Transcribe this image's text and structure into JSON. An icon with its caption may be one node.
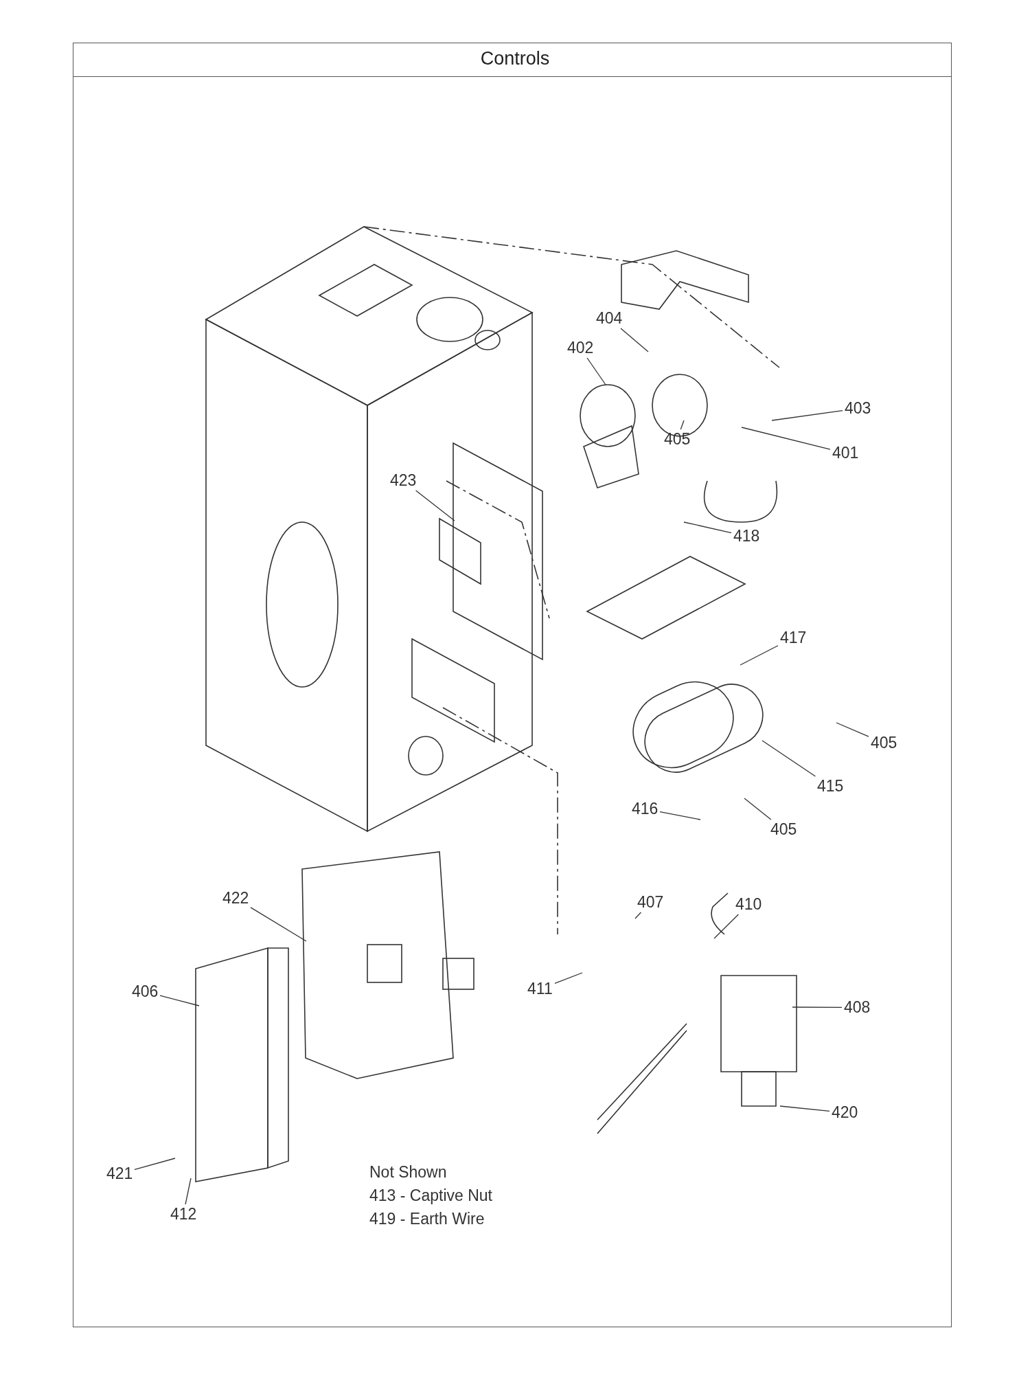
{
  "diagram": {
    "title": "Controls",
    "nodes": [
      {
        "text": [
          "404"
        ]
      },
      {
        "text": [
          "402"
        ]
      },
      {
        "text": [
          "403"
        ]
      },
      {
        "text": [
          "405"
        ]
      },
      {
        "text": [
          "401"
        ]
      },
      {
        "text": [
          "423"
        ]
      },
      {
        "text": [
          "418"
        ]
      },
      {
        "text": [
          "417"
        ]
      },
      {
        "text": [
          "405"
        ]
      },
      {
        "text": [
          "415"
        ]
      },
      {
        "text": [
          "416"
        ]
      },
      {
        "text": [
          "405"
        ]
      },
      {
        "text": [
          "422"
        ]
      },
      {
        "text": [
          "407"
        ]
      },
      {
        "text": [
          "410"
        ]
      },
      {
        "text": [
          "406"
        ]
      },
      {
        "text": [
          "411"
        ]
      },
      {
        "text": [
          "408"
        ]
      },
      {
        "text": [
          "420"
        ]
      },
      {
        "text": [
          "421"
        ]
      },
      {
        "text": [
          "412"
        ]
      }
    ],
    "edges": [
      {
        "from": 0,
        "to": null,
        "arrow": "none"
      },
      {
        "from": 1,
        "to": null,
        "arrow": "none"
      },
      {
        "from": 2,
        "to": null,
        "arrow": "none"
      },
      {
        "from": 3,
        "to": null,
        "arrow": "none"
      },
      {
        "from": 4,
        "to": null,
        "arrow": "none"
      },
      {
        "from": 5,
        "to": null,
        "arrow": "none"
      },
      {
        "from": 6,
        "to": null,
        "arrow": "none"
      },
      {
        "from": 7,
        "to": null,
        "arrow": "none"
      },
      {
        "from": 8,
        "to": null,
        "arrow": "none"
      },
      {
        "from": 9,
        "to": null,
        "arrow": "none"
      },
      {
        "from": 10,
        "to": null,
        "arrow": "none"
      },
      {
        "from": 11,
        "to": null,
        "arrow": "none"
      },
      {
        "from": 12,
        "to": null,
        "arrow": "none"
      },
      {
        "from": 13,
        "to": null,
        "arrow": "none"
      },
      {
        "from": 14,
        "to": null,
        "arrow": "none"
      },
      {
        "from": 15,
        "to": null,
        "arrow": "none"
      },
      {
        "from": 16,
        "to": null,
        "arrow": "none"
      },
      {
        "from": 17,
        "to": null,
        "arrow": "none"
      },
      {
        "from": 18,
        "to": null,
        "arrow": "none"
      },
      {
        "from": 19,
        "to": null,
        "arrow": "none"
      },
      {
        "from": 20,
        "to": null,
        "arrow": "none"
      }
    ],
    "labels": [
      "Not Shown",
      "413 - Captive Nut",
      "419 - Earth Wire"
    ]
  }
}
